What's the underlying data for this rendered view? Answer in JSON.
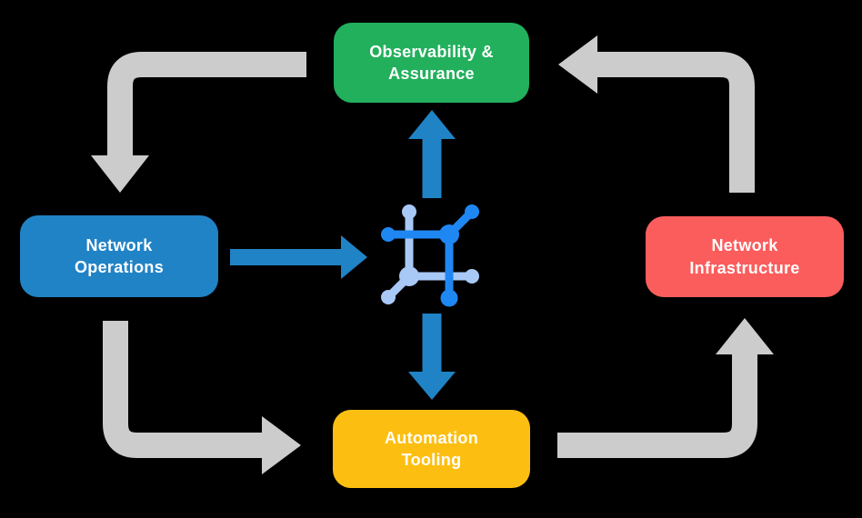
{
  "diagram": {
    "nodes": {
      "observability": {
        "lines": [
          "Observability &",
          "Assurance"
        ]
      },
      "operations": {
        "lines": [
          "Network",
          "Operations"
        ]
      },
      "infrastructure": {
        "lines": [
          "Network",
          "Infrastructure"
        ]
      },
      "automation": {
        "lines": [
          "Automation",
          "Tooling"
        ]
      }
    },
    "center_icon": "network-automation-hub-icon",
    "connections": [
      {
        "from": "observability",
        "to": "operations",
        "style": "gray-elbow-arrow"
      },
      {
        "from": "operations",
        "to": "automation",
        "style": "gray-elbow-arrow"
      },
      {
        "from": "automation",
        "to": "infrastructure",
        "style": "gray-elbow-arrow"
      },
      {
        "from": "infrastructure",
        "to": "observability",
        "style": "gray-elbow-arrow"
      },
      {
        "from": "operations",
        "to": "hub",
        "style": "blue-straight-arrow"
      },
      {
        "from": "hub",
        "to": "observability",
        "style": "blue-straight-arrow"
      },
      {
        "from": "hub",
        "to": "automation",
        "style": "blue-straight-arrow"
      }
    ]
  },
  "colors": {
    "background": "#000000",
    "observability": "#22B05C",
    "operations": "#2083C6",
    "infrastructure": "#FB5D5D",
    "automation": "#FCBF11",
    "text": "#FFFFFF",
    "cycle_arrow": "#CCCCCC",
    "hub_arrow": "#2083C6",
    "icon_dark": "#1F87F2",
    "icon_light": "#A8C9F6"
  }
}
